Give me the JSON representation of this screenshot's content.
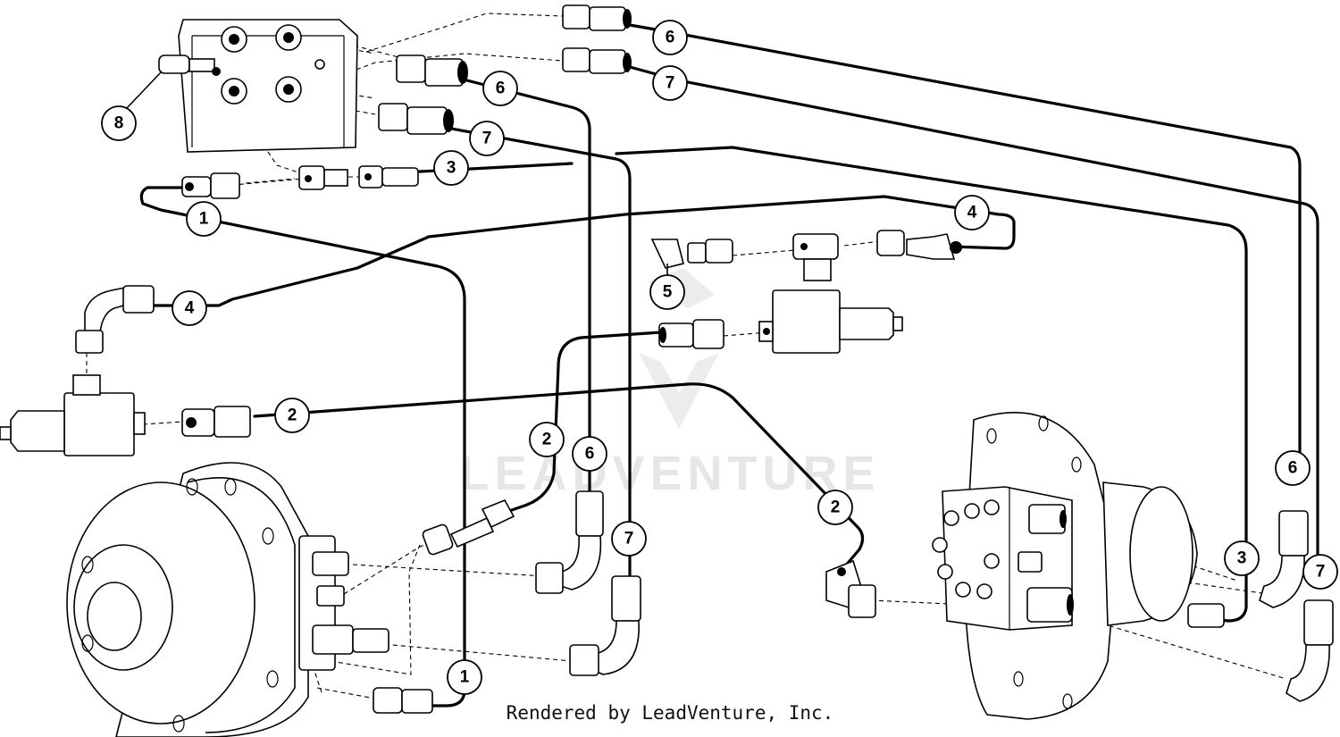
{
  "diagram": {
    "watermark": "LEADVENTURE",
    "callouts": [
      {
        "id": "c8a",
        "label": "8"
      },
      {
        "id": "c6a",
        "label": "6"
      },
      {
        "id": "c7a",
        "label": "7"
      },
      {
        "id": "c6b",
        "label": "6"
      },
      {
        "id": "c7b",
        "label": "7"
      },
      {
        "id": "c3a",
        "label": "3"
      },
      {
        "id": "c1a",
        "label": "1"
      },
      {
        "id": "c4a",
        "label": "4"
      },
      {
        "id": "c4b",
        "label": "4"
      },
      {
        "id": "c5a",
        "label": "5"
      },
      {
        "id": "c2a",
        "label": "2"
      },
      {
        "id": "c2b",
        "label": "2"
      },
      {
        "id": "c6c",
        "label": "6"
      },
      {
        "id": "c7c",
        "label": "7"
      },
      {
        "id": "c2c",
        "label": "2"
      },
      {
        "id": "c1b",
        "label": "1"
      },
      {
        "id": "c6d",
        "label": "6"
      },
      {
        "id": "c3b",
        "label": "3"
      },
      {
        "id": "c7d",
        "label": "7"
      }
    ]
  },
  "footer": {
    "credit": "Rendered by LeadVenture, Inc."
  }
}
